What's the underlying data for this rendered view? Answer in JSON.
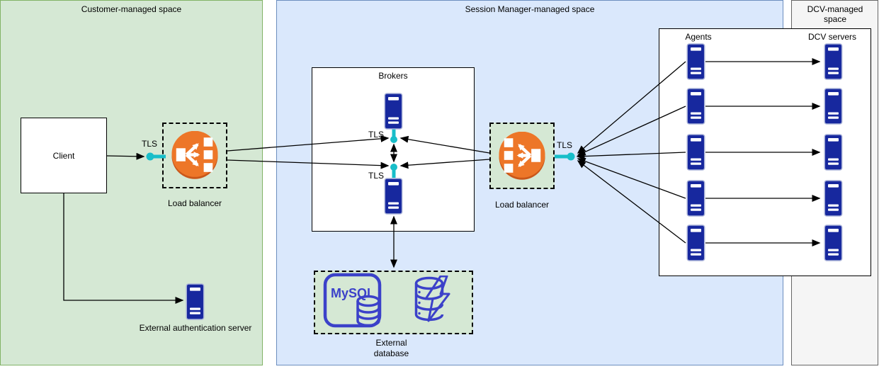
{
  "colors": {
    "green-fill": "#d5e8d4",
    "green-stroke": "#82b366",
    "blue-fill": "#dae8fc",
    "blue-stroke": "#6c8ebf",
    "gray-fill": "#f5f5f5",
    "gray-stroke": "#666666",
    "navy": "#17289e",
    "cyan": "#18bec9",
    "orange": "#ed7628",
    "orange-dark": "#c9571a",
    "db-blue": "#3b41c9",
    "line-black": "#000000",
    "line-gray": "#616161"
  },
  "regions": {
    "customer": {
      "title": "Customer-managed space"
    },
    "session": {
      "title": "Session Manager-managed space"
    },
    "dcv": {
      "title": "DCV-managed space"
    }
  },
  "nodes": {
    "client": {
      "label": "Client"
    },
    "load_balancer_customer": {
      "label": "Load balancer"
    },
    "load_balancer_session": {
      "label": "Load balancer"
    },
    "external_auth": {
      "label": "External authentication server"
    },
    "brokers": {
      "title": "Brokers",
      "count": 2
    },
    "external_db": {
      "label": "External database",
      "logo": "MySQL"
    },
    "agents": {
      "title": "Agents",
      "count": 5
    },
    "dcv_servers": {
      "title": "DCV servers",
      "count": 5
    }
  },
  "labels": {
    "tls": "TLS"
  }
}
